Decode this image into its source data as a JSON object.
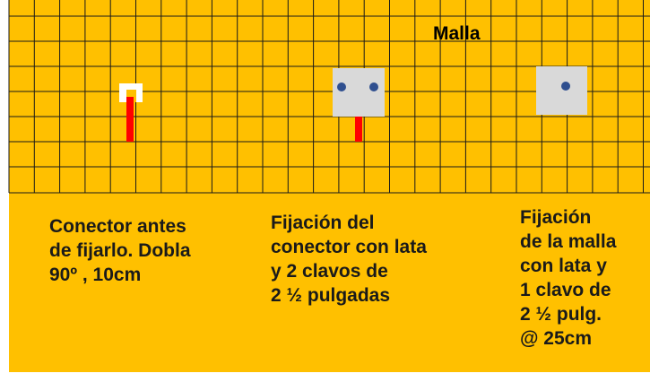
{
  "diagram": {
    "title": "Malla",
    "colors": {
      "background": "#FFC000",
      "grid_line": "#1a1a1a",
      "connector": "#FF0000",
      "plate": "#D9D9D9",
      "nail": "#2F4F8F",
      "hook": "#FFFFFF"
    },
    "captions": [
      "Conector antes\nde fijarlo. Dobla\n90º , 10cm",
      "Fijación del\nconector con lata\ny 2 clavos de\n2 ½ pulgadas",
      "Fijación\nde la malla\ncon lata y\n1 clavo de\n2 ½ pulg.\n@ 25cm"
    ]
  }
}
